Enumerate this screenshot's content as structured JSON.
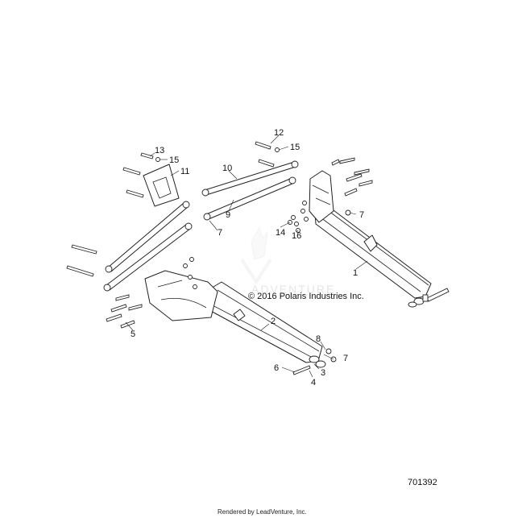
{
  "labels": {
    "p1": "1",
    "p2": "2",
    "p3": "3",
    "p4": "4",
    "p5": "5",
    "p6": "6",
    "p7a": "7",
    "p7b": "7",
    "p7c": "7",
    "p8": "8",
    "p9": "9",
    "p10": "10",
    "p11": "11",
    "p12": "12",
    "p13": "13",
    "p14": "14",
    "p15a": "15",
    "p15b": "15",
    "p16": "16"
  },
  "copyright": "© 2016 Polaris Industries Inc.",
  "watermark": "ADVENTURE",
  "figure_number": "701392",
  "rendered_by": "Rendered by LeadVenture, Inc.",
  "colors": {
    "line": "#222222",
    "background": "#ffffff",
    "watermark": "#e6e6e6"
  }
}
